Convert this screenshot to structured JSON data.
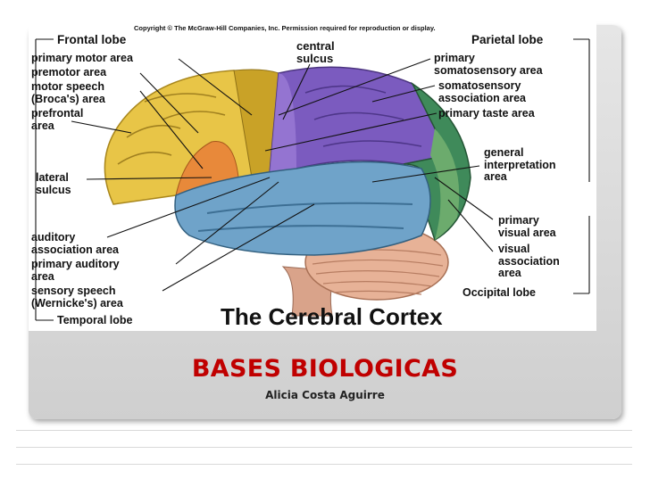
{
  "slide": {
    "title": "BASES BIOLOGICAS",
    "subtitle": "Alicia Costa Aguirre"
  },
  "figure": {
    "copyright": "Copyright © The McGraw-Hill Companies, Inc. Permission required for reproduction or display.",
    "title": "The Cerebral Cortex",
    "labels": {
      "frontal_lobe": "Frontal lobe",
      "primary_motor_area": "primary motor area",
      "premotor_area": "premotor area",
      "motor_speech": "motor speech\n(Broca's) area",
      "prefrontal_area": "prefrontal\narea",
      "lateral_sulcus": "lateral\nsulcus",
      "auditory_association_area": "auditory\nassociation area",
      "primary_auditory_area": "primary auditory\narea",
      "sensory_speech": "sensory speech\n(Wernicke's) area",
      "temporal_lobe": "Temporal lobe",
      "central_sulcus": "central\nsulcus",
      "parietal_lobe": "Parietal lobe",
      "primary_somatosensory_area": "primary\nsomatosensory area",
      "somatosensory_association_area": "somatosensory\nassociation area",
      "primary_taste_area": "primary taste area",
      "general_interpretation_area": "general\ninterpretation\narea",
      "primary_visual_area": "primary\nvisual area",
      "visual_association_area": "visual\nassociation\narea",
      "occipital_lobe": "Occipital lobe"
    }
  },
  "colors": {
    "title_red": "#c00000",
    "frontal_yellow": "#e8c547",
    "motor_gold": "#c9a227",
    "broca_orange": "#e8893a",
    "parietal_purple": "#7b5bbf",
    "temporal_blue": "#6fa3c9",
    "occipital_green": "#3f8a5a",
    "cerebellum_salmon": "#e0a98a"
  }
}
